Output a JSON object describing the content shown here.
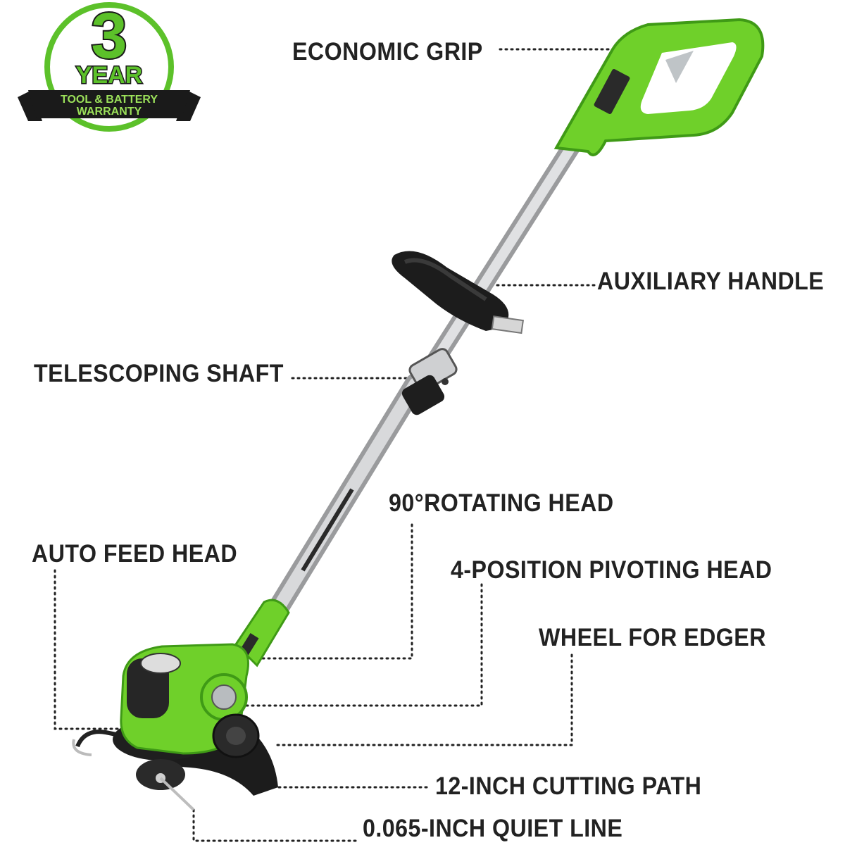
{
  "badge": {
    "number": "3",
    "word": "YEAR",
    "banner_line1": "TOOL & BATTERY",
    "banner_line2": "WARRANTY",
    "ring_color": "#5cc12a"
  },
  "colors": {
    "tool_green": "#6fd02a",
    "tool_green_dark": "#3f9a16",
    "shaft_silver": "#c8c9cb",
    "handle_black": "#1c1c1c",
    "label_text": "#222222"
  },
  "callouts": {
    "economic_grip": "ECONOMIC GRIP",
    "auxiliary_handle": "AUXILIARY HANDLE",
    "telescoping_shaft": "TELESCOPING SHAFT",
    "rotating_head": "90°ROTATING HEAD",
    "auto_feed_head": "AUTO FEED HEAD",
    "pivoting_head": "4-POSITION PIVOTING HEAD",
    "wheel_for_edger": "WHEEL FOR EDGER",
    "cutting_path": "12-INCH CUTTING PATH",
    "quiet_line": "0.065-INCH QUIET LINE"
  }
}
